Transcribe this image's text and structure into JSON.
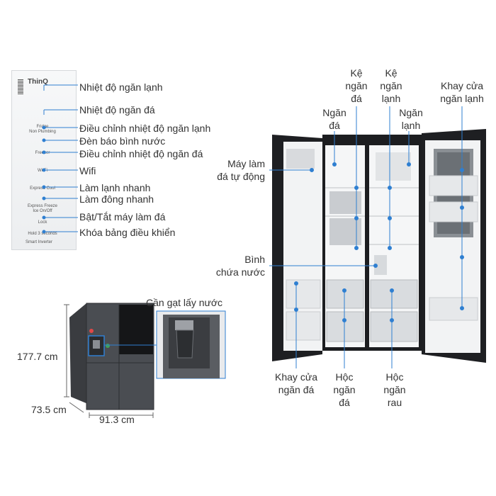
{
  "panel": {
    "brand": "ThinQ",
    "labels": {
      "fridge": "Fridge",
      "non_plumbing": "Non Plumbing",
      "freezer": "Freezer",
      "wifi": "Wi-Fi",
      "express_cool": "Express Cool",
      "express_freeze": "Express Freeze",
      "ice_onoff": "Ice On/Off",
      "lock": "Lock",
      "hold": "Hold 3 seconds",
      "smart_inverter": "Smart Inverter"
    }
  },
  "panel_callouts": [
    "Nhiệt độ ngăn lạnh",
    "Nhiệt độ ngăn đá",
    "Điều chỉnh nhiệt độ ngăn lạnh",
    "Đèn báo bình nước",
    "Điều chỉnh nhiệt độ ngăn đá",
    "Wifi",
    "Làm lạnh nhanh",
    "Làm đông nhanh",
    "Bật/Tắt máy làm đá",
    "Khóa bảng điều khiển"
  ],
  "fridge_callouts": {
    "ke_ngan_da": [
      "Kệ",
      "ngăn",
      "đá"
    ],
    "ke_ngan_lanh": [
      "Kệ",
      "ngăn",
      "lạnh"
    ],
    "ngan_da": [
      "Ngăn",
      "đá"
    ],
    "ngan_lanh": [
      "Ngăn",
      "lạnh"
    ],
    "khay_cua_ngan_lanh": [
      "Khay cửa",
      "ngăn lạnh"
    ],
    "may_lam_da": [
      "Máy làm",
      "đá tự động"
    ],
    "binh_chua_nuoc": [
      "Bình",
      "chứa nước"
    ],
    "khay_cua_ngan_da": [
      "Khay cửa",
      "ngăn đá"
    ],
    "hoc_ngan_da": [
      "Hộc",
      "ngăn",
      "đá"
    ],
    "hoc_ngan_rau": [
      "Hộc",
      "ngăn",
      "rau"
    ]
  },
  "dispenser_label": "Cần gạt lấy nước",
  "dimensions": {
    "height": "177.7 cm",
    "depth": "73.5 cm",
    "width": "91.3 cm"
  },
  "colors": {
    "accent": "#2f7fd1",
    "fridge_body": "#2b2d30",
    "text": "#333333"
  }
}
